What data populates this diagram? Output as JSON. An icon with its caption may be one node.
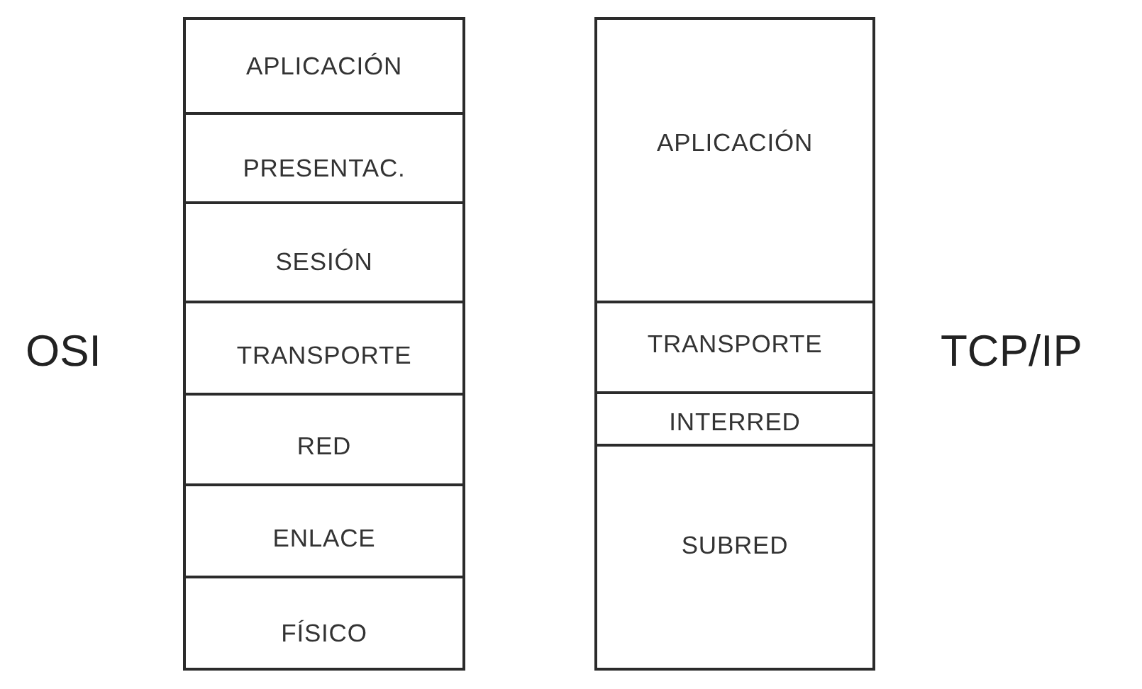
{
  "diagram": {
    "nodes": [
      {
        "text": [
          "APLICACIÓN"
        ]
      },
      {
        "text": [
          "PRESENTAC."
        ]
      },
      {
        "text": [
          "SESIÓN"
        ]
      },
      {
        "text": [
          "TRANSPORTE"
        ]
      },
      {
        "text": [
          "RED"
        ]
      },
      {
        "text": [
          "ENLACE"
        ]
      },
      {
        "text": [
          "FÍSICO"
        ]
      },
      {
        "text": [
          "APLICACIÓN"
        ]
      },
      {
        "text": [
          "TRANSPORTE"
        ]
      },
      {
        "text": [
          "INTERRED"
        ]
      },
      {
        "text": [
          "SUBRED"
        ]
      }
    ],
    "labels": [
      "OSI",
      "TCP/IP"
    ]
  }
}
